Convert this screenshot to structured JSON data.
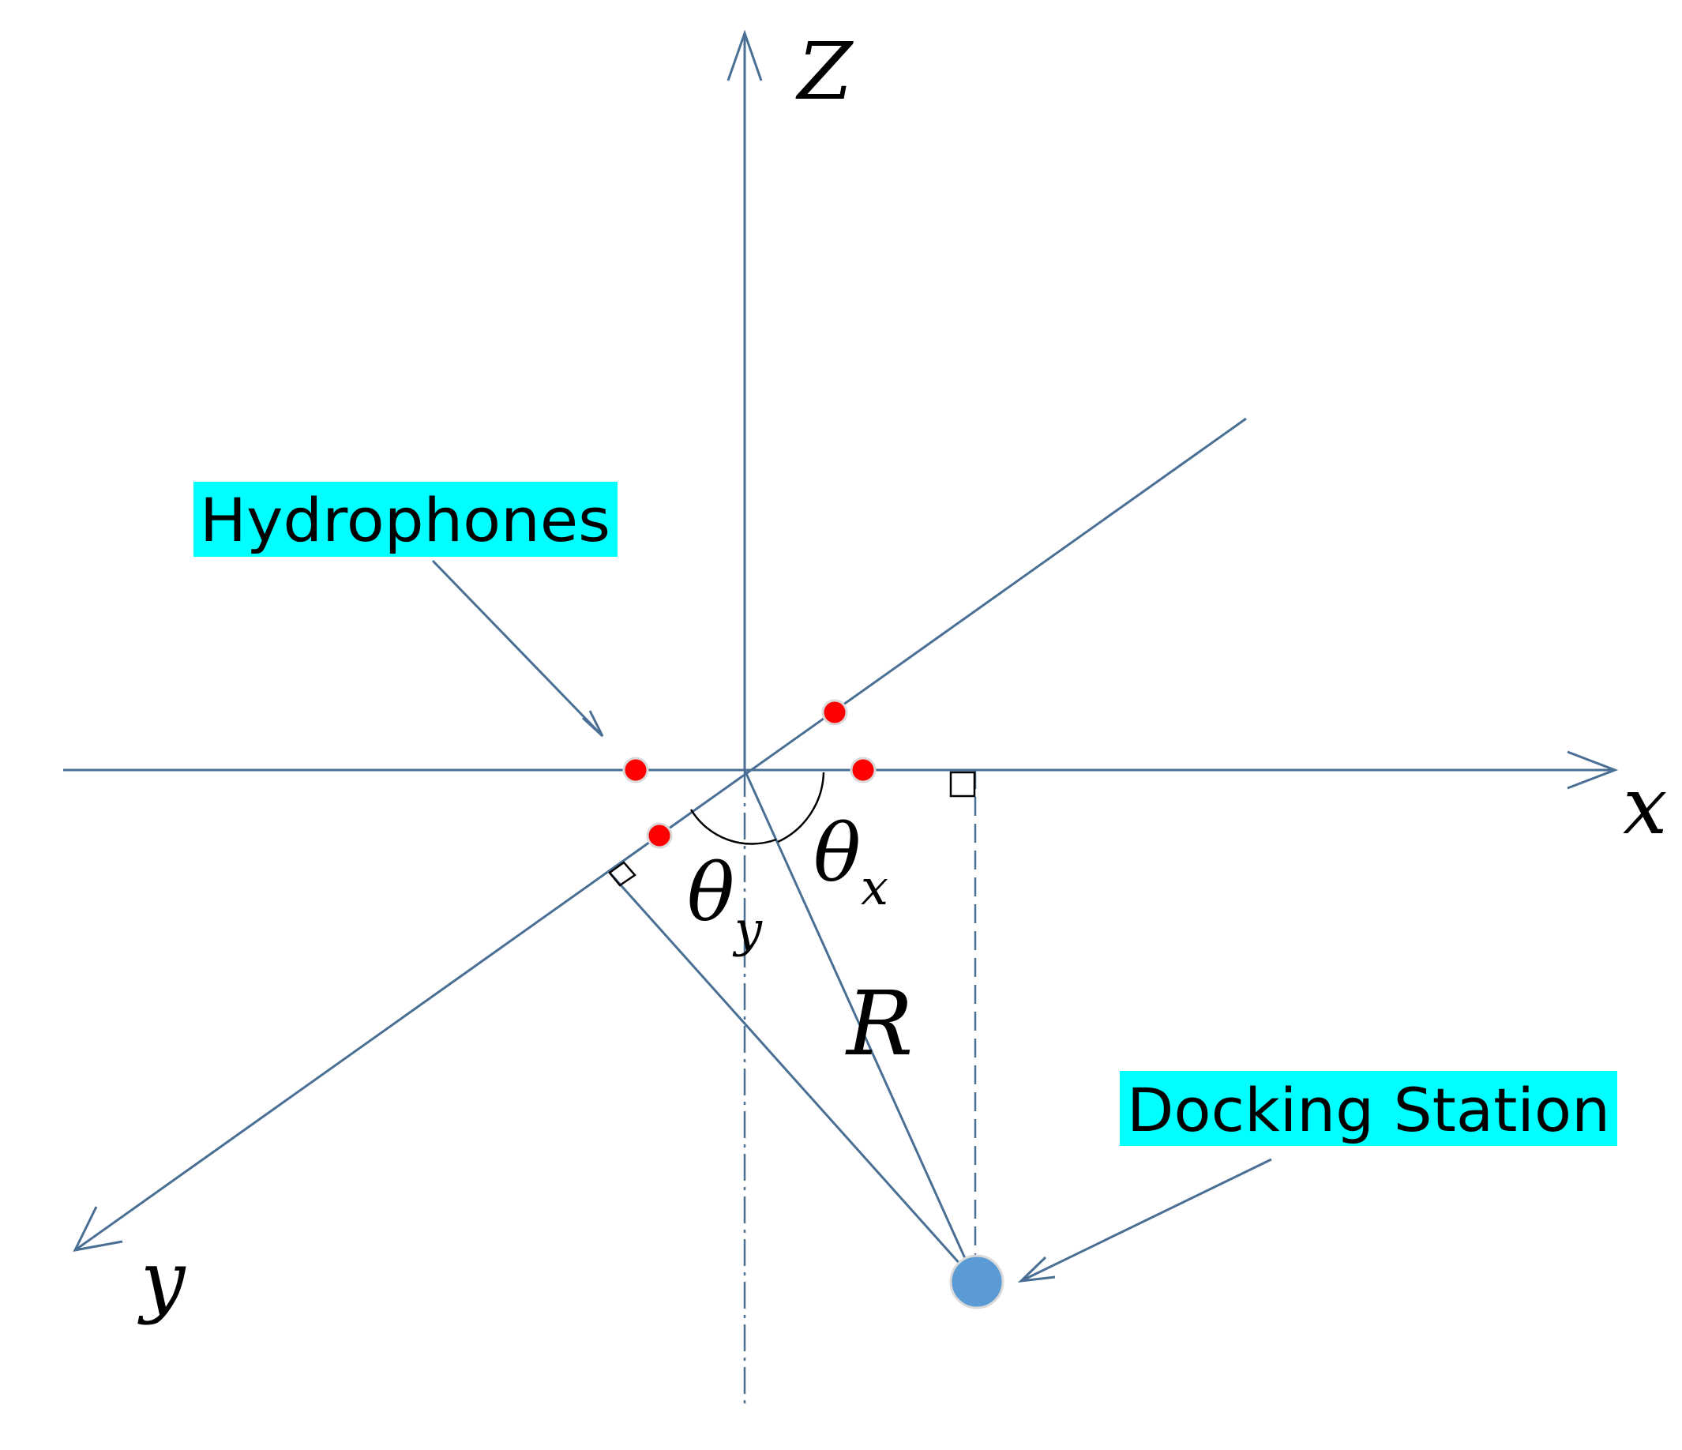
{
  "axes": {
    "x_label": "x",
    "y_label": "y",
    "z_label": "Z"
  },
  "angles": {
    "theta_symbol": "θ",
    "theta_x_sub": "x",
    "theta_y_sub": "y"
  },
  "range_label": "R",
  "callouts": {
    "hydrophones": "Hydrophones",
    "docking_station": "Docking Station"
  },
  "colors": {
    "line": "#4a6f94",
    "hydrophone": "#ff0000",
    "docking_station": "#5b9bd5",
    "callout_bg": "#00ffff",
    "text": "#000000"
  },
  "icons": {
    "hydrophone_marker": "red-dot",
    "docking_station_marker": "blue-circle"
  }
}
